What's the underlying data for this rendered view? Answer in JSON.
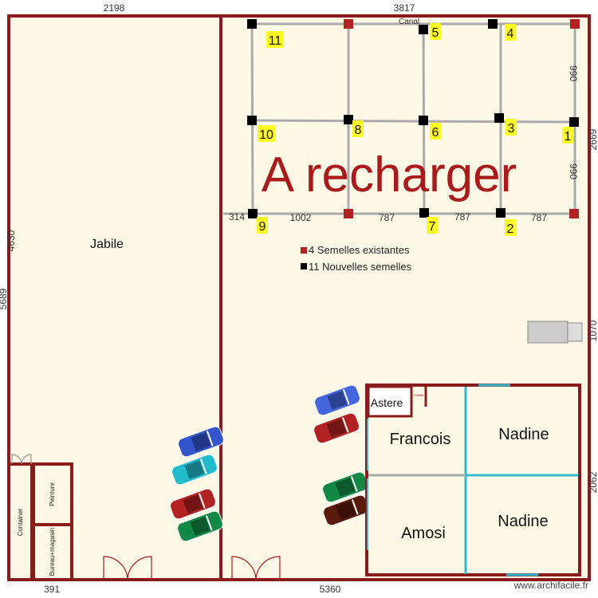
{
  "colors": {
    "wall": "#8b1a1a",
    "floor": "#fdf9e6",
    "beam": "#aaaaaa",
    "new_footing": "#000000",
    "existing_footing": "#b22222",
    "label_bg": "#ffff22",
    "partition": "#33bbcc",
    "title": "#aa1a1a"
  },
  "title": "A recharger",
  "canal_label": "Canal",
  "legend": [
    {
      "color": "#b22222",
      "label": "4 Semelles existantes"
    },
    {
      "color": "#000000",
      "label": "11 Nouvelles semelles"
    }
  ],
  "footing_labels": [
    "1",
    "2",
    "3",
    "4",
    "5",
    "6",
    "7",
    "8",
    "9",
    "10",
    "11"
  ],
  "dimensions": {
    "top_left": "2198",
    "top_right": "3817",
    "left_inner": "4630",
    "left_outer": "5689",
    "right_top": "2669",
    "right_mid": "1070",
    "right_bottom": "2062",
    "bottom_left": "391",
    "bottom_mid": "5360",
    "grid_v1": "990",
    "grid_v2": "990",
    "grid_h": [
      "314",
      "1002",
      "787",
      "787",
      "787"
    ]
  },
  "rooms": {
    "jabile": "Jabile",
    "astere": "Astere",
    "toilet": "Toilette",
    "francois": "Francois",
    "nadine_top": "Nadine",
    "nadine_bottom": "Nadine",
    "amosi": "Amosi",
    "container": "Container",
    "peinture": "Peinture",
    "bureau": "Bureau+magasin"
  },
  "watermark": "www.archifacile.fr"
}
